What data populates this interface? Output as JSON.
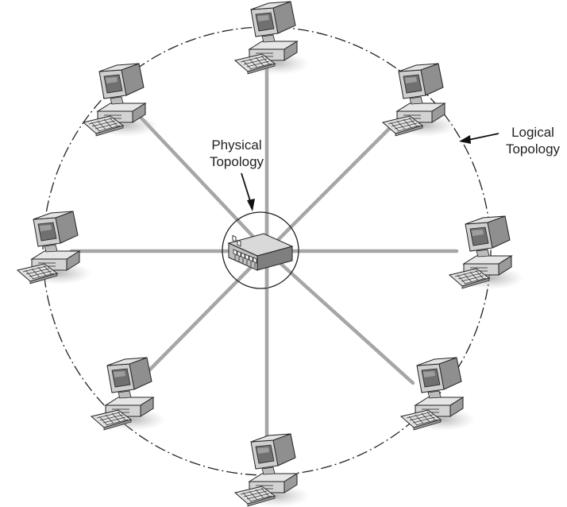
{
  "labels": {
    "physical_line1": "Physical",
    "physical_line2": "Topology",
    "logical_line1": "Logical",
    "logical_line2": "Topology"
  },
  "colors": {
    "link": "#a6a6a6",
    "ring": "#222222",
    "text": "#222222",
    "hub_body": "#8c8c8c",
    "hub_face": "#d9d9d9"
  },
  "icons": {
    "computer": "desktop-computer-icon",
    "hub": "network-hub-icon",
    "arrow": "arrow-icon"
  }
}
